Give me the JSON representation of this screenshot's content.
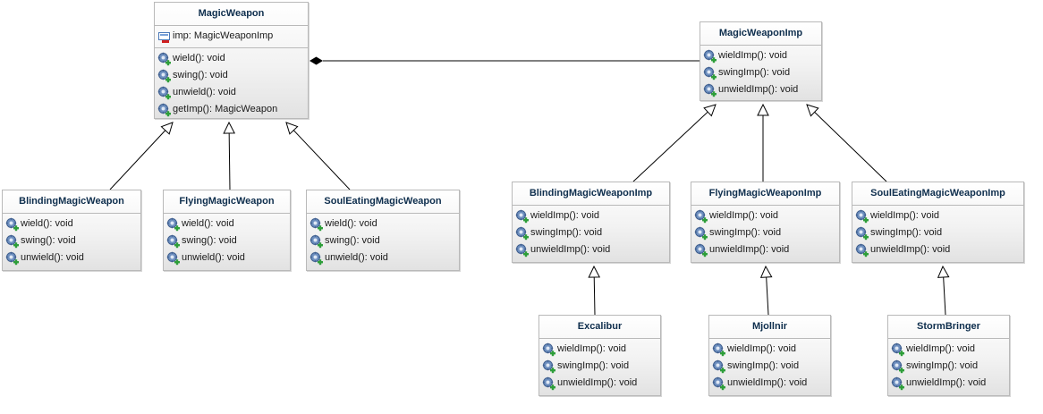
{
  "classes": {
    "magic_weapon": {
      "name": "MagicWeapon",
      "attributes": [
        {
          "icon": "private-field-icon",
          "text": "imp: MagicWeaponImp"
        }
      ],
      "operations": [
        {
          "icon": "public-method-icon",
          "text": "wield(): void"
        },
        {
          "icon": "public-method-icon",
          "text": "swing(): void"
        },
        {
          "icon": "public-method-icon",
          "text": "unwield(): void"
        },
        {
          "icon": "public-method-icon",
          "text": "getImp(): MagicWeapon"
        }
      ]
    },
    "magic_weapon_imp": {
      "name": "MagicWeaponImp",
      "operations": [
        {
          "icon": "public-method-icon",
          "text": "wieldImp(): void"
        },
        {
          "icon": "public-method-icon",
          "text": "swingImp(): void"
        },
        {
          "icon": "public-method-icon",
          "text": "unwieldImp(): void"
        }
      ]
    },
    "blinding_magic_weapon": {
      "name": "BlindingMagicWeapon",
      "operations": [
        {
          "icon": "public-method-icon",
          "text": "wield(): void"
        },
        {
          "icon": "public-method-icon",
          "text": "swing(): void"
        },
        {
          "icon": "public-method-icon",
          "text": "unwield(): void"
        }
      ]
    },
    "flying_magic_weapon": {
      "name": "FlyingMagicWeapon",
      "operations": [
        {
          "icon": "public-method-icon",
          "text": "wield(): void"
        },
        {
          "icon": "public-method-icon",
          "text": "swing(): void"
        },
        {
          "icon": "public-method-icon",
          "text": "unwield(): void"
        }
      ]
    },
    "soul_eating_magic_weapon": {
      "name": "SoulEatingMagicWeapon",
      "operations": [
        {
          "icon": "public-method-icon",
          "text": "wield(): void"
        },
        {
          "icon": "public-method-icon",
          "text": "swing(): void"
        },
        {
          "icon": "public-method-icon",
          "text": "unwield(): void"
        }
      ]
    },
    "blinding_magic_weapon_imp": {
      "name": "BlindingMagicWeaponImp",
      "operations": [
        {
          "icon": "public-method-icon",
          "text": "wieldImp(): void"
        },
        {
          "icon": "public-method-icon",
          "text": "swingImp(): void"
        },
        {
          "icon": "public-method-icon",
          "text": "unwieldImp(): void"
        }
      ]
    },
    "flying_magic_weapon_imp": {
      "name": "FlyingMagicWeaponImp",
      "operations": [
        {
          "icon": "public-method-icon",
          "text": "wieldImp(): void"
        },
        {
          "icon": "public-method-icon",
          "text": "swingImp(): void"
        },
        {
          "icon": "public-method-icon",
          "text": "unwieldImp(): void"
        }
      ]
    },
    "soul_eating_magic_weapon_imp": {
      "name": "SoulEatingMagicWeaponImp",
      "operations": [
        {
          "icon": "public-method-icon",
          "text": "wieldImp(): void"
        },
        {
          "icon": "public-method-icon",
          "text": "swingImp(): void"
        },
        {
          "icon": "public-method-icon",
          "text": "unwieldImp(): void"
        }
      ]
    },
    "excalibur": {
      "name": "Excalibur",
      "operations": [
        {
          "icon": "public-method-icon",
          "text": "wieldImp(): void"
        },
        {
          "icon": "public-method-icon",
          "text": "swingImp(): void"
        },
        {
          "icon": "public-method-icon",
          "text": "unwieldImp(): void"
        }
      ]
    },
    "mjollnir": {
      "name": "Mjollnir",
      "operations": [
        {
          "icon": "public-method-icon",
          "text": "wieldImp(): void"
        },
        {
          "icon": "public-method-icon",
          "text": "swingImp(): void"
        },
        {
          "icon": "public-method-icon",
          "text": "unwieldImp(): void"
        }
      ]
    },
    "storm_bringer": {
      "name": "StormBringer",
      "operations": [
        {
          "icon": "public-method-icon",
          "text": "wieldImp(): void"
        },
        {
          "icon": "public-method-icon",
          "text": "swingImp(): void"
        },
        {
          "icon": "public-method-icon",
          "text": "unwieldImp(): void"
        }
      ]
    }
  },
  "relations": [
    {
      "type": "composition",
      "from": "magic_weapon",
      "to": "magic_weapon_imp"
    },
    {
      "type": "generalization",
      "from": "blinding_magic_weapon",
      "to": "magic_weapon"
    },
    {
      "type": "generalization",
      "from": "flying_magic_weapon",
      "to": "magic_weapon"
    },
    {
      "type": "generalization",
      "from": "soul_eating_magic_weapon",
      "to": "magic_weapon"
    },
    {
      "type": "generalization",
      "from": "blinding_magic_weapon_imp",
      "to": "magic_weapon_imp"
    },
    {
      "type": "generalization",
      "from": "flying_magic_weapon_imp",
      "to": "magic_weapon_imp"
    },
    {
      "type": "generalization",
      "from": "soul_eating_magic_weapon_imp",
      "to": "magic_weapon_imp"
    },
    {
      "type": "generalization",
      "from": "excalibur",
      "to": "blinding_magic_weapon_imp"
    },
    {
      "type": "generalization",
      "from": "mjollnir",
      "to": "flying_magic_weapon_imp"
    },
    {
      "type": "generalization",
      "from": "storm_bringer",
      "to": "soul_eating_magic_weapon_imp"
    }
  ],
  "colors": {
    "class_name_text": "#0e2e4d",
    "box_border": "#b9b9b9",
    "connector_line": "#000000",
    "method_icon_green": "#2e9e3a",
    "field_icon_red": "#d02020"
  }
}
